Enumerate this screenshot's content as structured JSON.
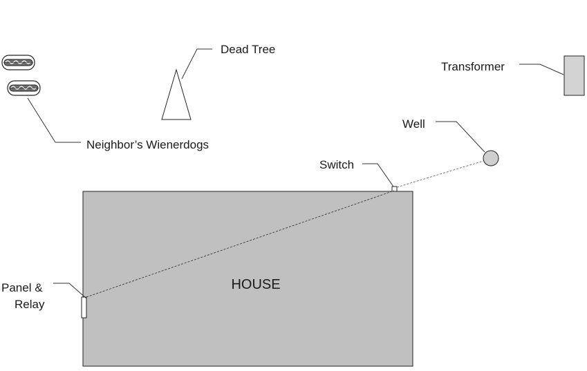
{
  "labels": {
    "house": "HOUSE",
    "dead_tree": "Dead Tree",
    "transformer": "Transformer",
    "well": "Well",
    "switch": "Switch",
    "panel_line1": "Panel &",
    "panel_line2": "Relay",
    "wienerdogs": "Neighbor’s Wienerdogs"
  },
  "colors": {
    "house_fill": "#c0c0c0",
    "transformer_fill": "#d3d3d3",
    "well_fill": "#cfcfcf",
    "stroke": "#222222",
    "leader": "#333333",
    "wire": "#444444",
    "bun": "#ffffff",
    "sausage": "#6e6e6e"
  },
  "icons": {
    "tree": "triangle-tree-icon",
    "wienerdog": "hotdog-icon",
    "well": "circle-well-icon",
    "transformer": "box-transformer-icon",
    "switch": "small-square-switch-icon",
    "panel": "panel-relay-box-icon"
  }
}
